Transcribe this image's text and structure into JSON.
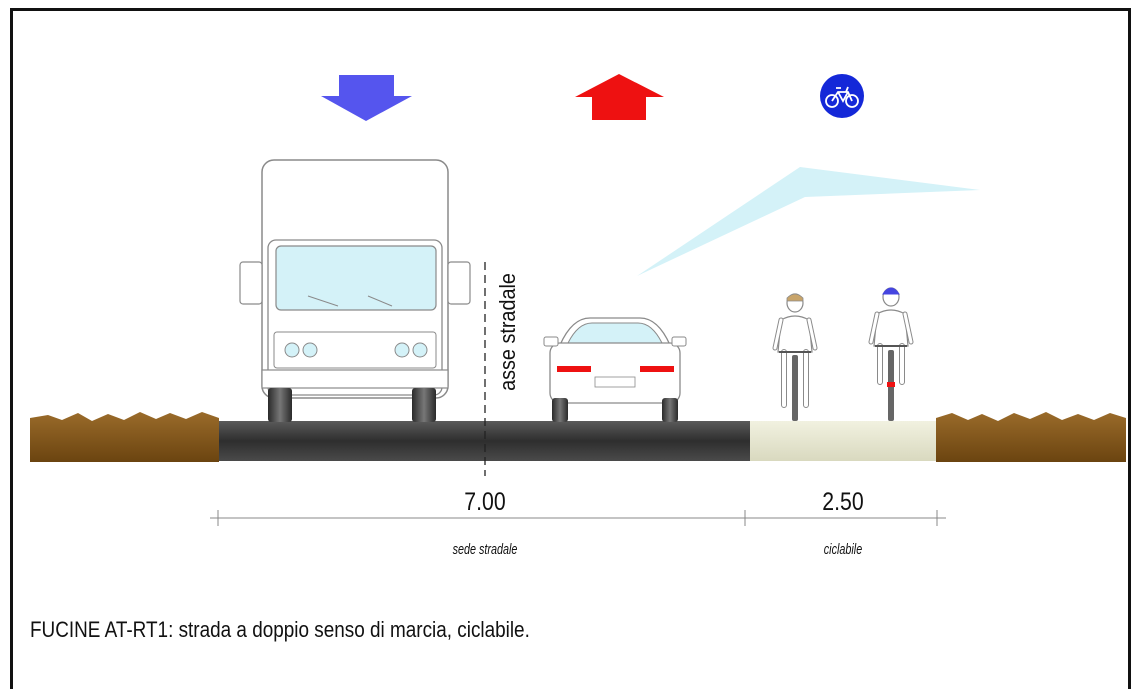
{
  "diagram": {
    "axis_label": "asse stradale",
    "dimensions": [
      {
        "value": "7.00",
        "label": "sede  stradale"
      },
      {
        "value": "2.50",
        "label": "ciclabile"
      }
    ],
    "caption": "FUCINE  AT-RT1: strada a doppio senso di marcia, ciclabile.",
    "icons": {
      "down_arrow": "down-arrow-icon",
      "up_arrow": "up-arrow-icon",
      "bicycle_sign": "bicycle-sign-icon"
    },
    "colors": {
      "down_arrow": "#5555ee",
      "up_arrow": "#ee1111",
      "bicycle_sign": "#1428d8",
      "road": "#3a3a3a",
      "bike_lane": "#e9e9d2",
      "ground": "#7a4f16",
      "sky_wedge": "#d4f2f8"
    }
  }
}
